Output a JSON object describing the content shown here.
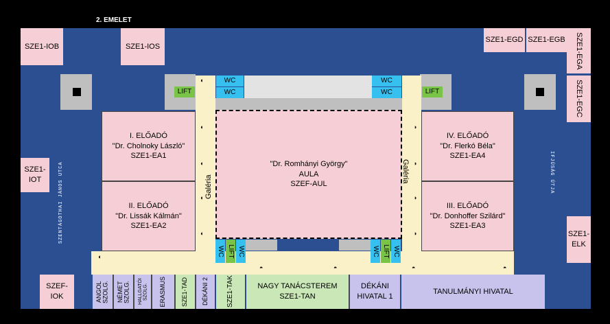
{
  "header": {
    "title": "2. EMELET"
  },
  "rooms": {
    "ioc": "SZE1-IOB",
    "ios": "SZE1-IOS",
    "egd": "SZE1-EGD",
    "egb": "SZE1-EGB",
    "ega": "SZE1-EGA",
    "egc": "SZE1-EGC",
    "iot": "SZE1-IOT",
    "elk": "SZE1-ELK",
    "iok": "SZEF-IOK"
  },
  "services": {
    "wc": "WC",
    "lift": "LIFT"
  },
  "galeria": "Galéria",
  "lecture_halls": [
    {
      "l1": "I. ELŐADÓ",
      "l2": "\"Dr. Cholnoky László\"",
      "l3": "SZE1-EA1"
    },
    {
      "l1": "II. ELŐADÓ",
      "l2": "\"Dr. Lissák Kálmán\"",
      "l3": "SZE1-EA2"
    },
    {
      "l1": "IV. ELŐADÓ",
      "l2": "\"Dr. Flerkó Béla\"",
      "l3": "SZE1-EA4"
    },
    {
      "l1": "III. ELŐADÓ",
      "l2": "\"Dr. Donhoffer Szilárd\"",
      "l3": "SZE1-EA3"
    }
  ],
  "aula": {
    "l1": "\"Dr. Romhányi György\"",
    "l2": "AULA",
    "l3": "SZEF-AUL"
  },
  "bottom": {
    "angol": "ANGOL SZOLG.",
    "nemet": "NÉMET SZOLG.",
    "hallgatoi": "HALLGATÓI SZOLG.",
    "erasmus": "ERASMUS",
    "tad": "SZE1-TAD",
    "dekani2": "DÉKÁNI 2",
    "tak": "SZE1-TAK",
    "nagy_l1": "NAGY TANÁCSTEREM",
    "nagy_l2": "SZE1-TAN",
    "dekani1_l1": "DÉKÁNI",
    "dekani1_l2": "HIVATAL 1",
    "tanulmanyi": "TANULMÁNYI HIVATAL"
  },
  "sides": {
    "left": "SZENTÁGOTHAI JÁNOS UTCA",
    "right": "IFJÚSÁG ÚTJA"
  },
  "colors": {
    "floor": "#2b4f91",
    "room": "#f6cfd6",
    "corridor": "#fbf1c8",
    "wc": "#35c0ef",
    "lift": "#79c447"
  }
}
